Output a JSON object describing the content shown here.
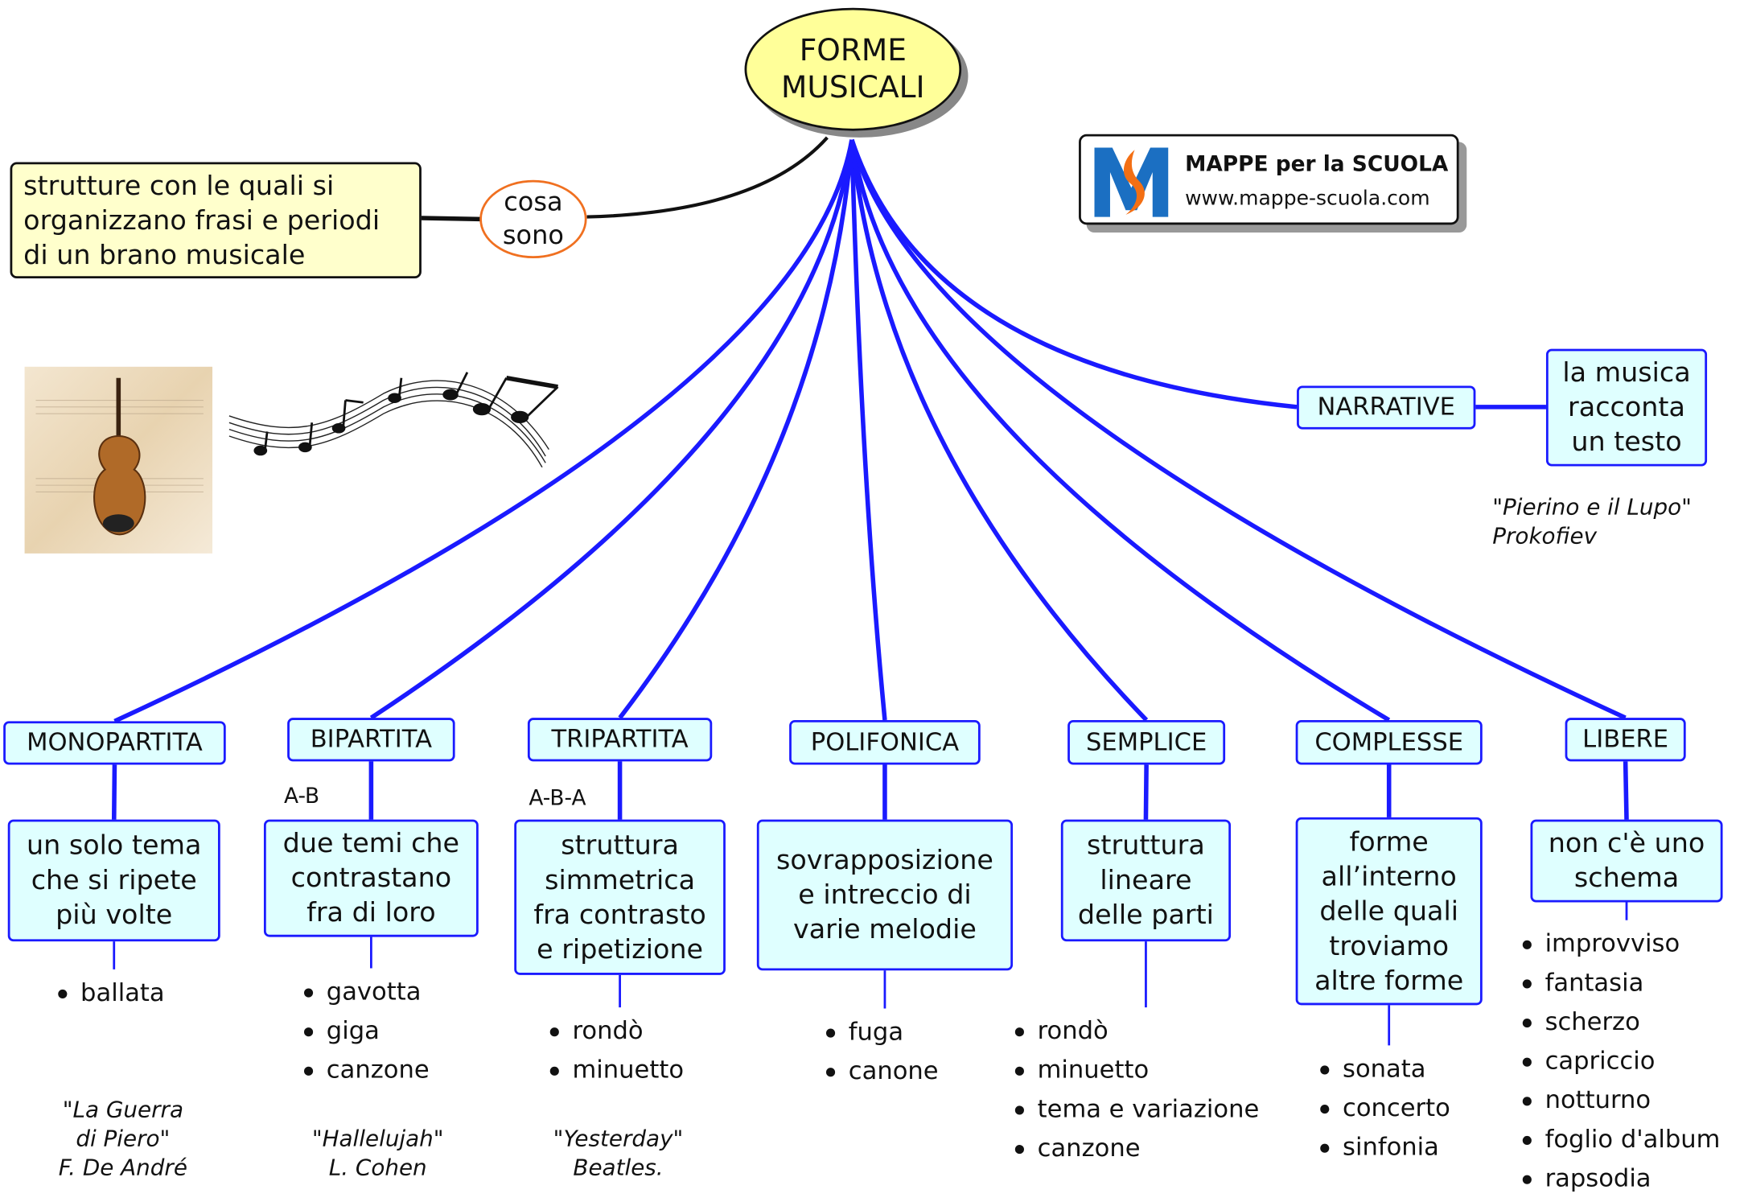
{
  "center": {
    "title": "FORME MUSICALI"
  },
  "definition": {
    "link": "cosa sono",
    "text": "strutture con le quali si organizzano frasi e periodi di un brano musicale"
  },
  "logo": {
    "title": "MAPPE per la SCUOLA",
    "url": "www.mappe-scuola.com"
  },
  "colors": {
    "line": "#1a1aff",
    "node_fill": "#dfffff",
    "center_fill": "#ffff99",
    "definition_fill": "#ffffcc",
    "link_border": "#f07020"
  },
  "narrative": {
    "label": "NARRATIVE",
    "text": "la musica racconta un testo",
    "citation": [
      "\"Pierino e il Lupo\"",
      "Prokofiev"
    ]
  },
  "branches": [
    {
      "label": "MONOPARTITA",
      "tag": "",
      "text": "un solo tema che si ripete più volte",
      "items": [
        "ballata"
      ],
      "citation": [
        "\"La Guerra",
        "di Piero\"",
        "F. De André"
      ]
    },
    {
      "label": "BIPARTITA",
      "tag": "A-B",
      "text": "due temi che contrastano fra di loro",
      "items": [
        "gavotta",
        "giga",
        "canzone"
      ],
      "citation": [
        "\"Hallelujah\"",
        "L. Cohen"
      ]
    },
    {
      "label": "TRIPARTITA",
      "tag": "A-B-A",
      "text": "struttura simmetrica fra contrasto e ripetizione",
      "items": [
        "rondò",
        "minuetto"
      ],
      "citation": [
        "\"Yesterday\"",
        "Beatles."
      ]
    },
    {
      "label": "POLIFONICA",
      "tag": "",
      "text": "sovrapposizione e intreccio di varie melodie",
      "items": [
        "fuga",
        "canone"
      ],
      "citation": []
    },
    {
      "label": "SEMPLICE",
      "tag": "",
      "text": "struttura lineare delle parti",
      "items": [
        "rondò",
        "minuetto",
        "tema e variazione",
        "canzone"
      ],
      "citation": []
    },
    {
      "label": "COMPLESSE",
      "tag": "",
      "text": "forme all’interno delle quali troviamo altre forme",
      "items": [
        "sonata",
        "concerto",
        "sinfonia"
      ],
      "citation": []
    },
    {
      "label": "LIBERE",
      "tag": "",
      "text": "non c'è uno schema",
      "items": [
        "improvviso",
        "fantasia",
        "scherzo",
        "capriccio",
        "notturno",
        "foglio d'album",
        "rapsodia"
      ],
      "citation": []
    }
  ]
}
